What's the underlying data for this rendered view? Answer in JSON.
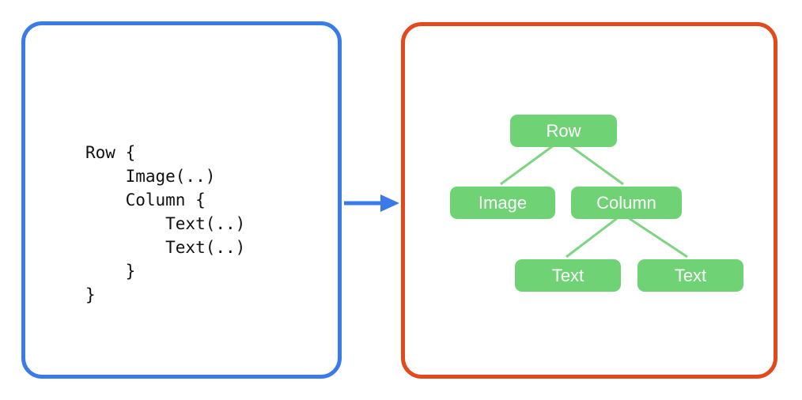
{
  "code_panel": {
    "lines": [
      "Row {",
      "    Image(..)",
      "    Column {",
      "        Text(..)",
      "        Text(..)",
      "    }",
      "}"
    ]
  },
  "tree": {
    "nodes": [
      {
        "id": "row",
        "label": "Row"
      },
      {
        "id": "image",
        "label": "Image"
      },
      {
        "id": "column",
        "label": "Column"
      },
      {
        "id": "text1",
        "label": "Text"
      },
      {
        "id": "text2",
        "label": "Text"
      }
    ],
    "edges": [
      [
        "row",
        "image"
      ],
      [
        "row",
        "column"
      ],
      [
        "column",
        "text1"
      ],
      [
        "column",
        "text2"
      ]
    ]
  },
  "colors": {
    "code_border": "#3B7BE9",
    "tree_border": "#E2491B",
    "node_fill": "#6FD375",
    "node_text": "#FFFFFF",
    "edge": "#7DD581",
    "arrow": "#3B7BE9"
  }
}
